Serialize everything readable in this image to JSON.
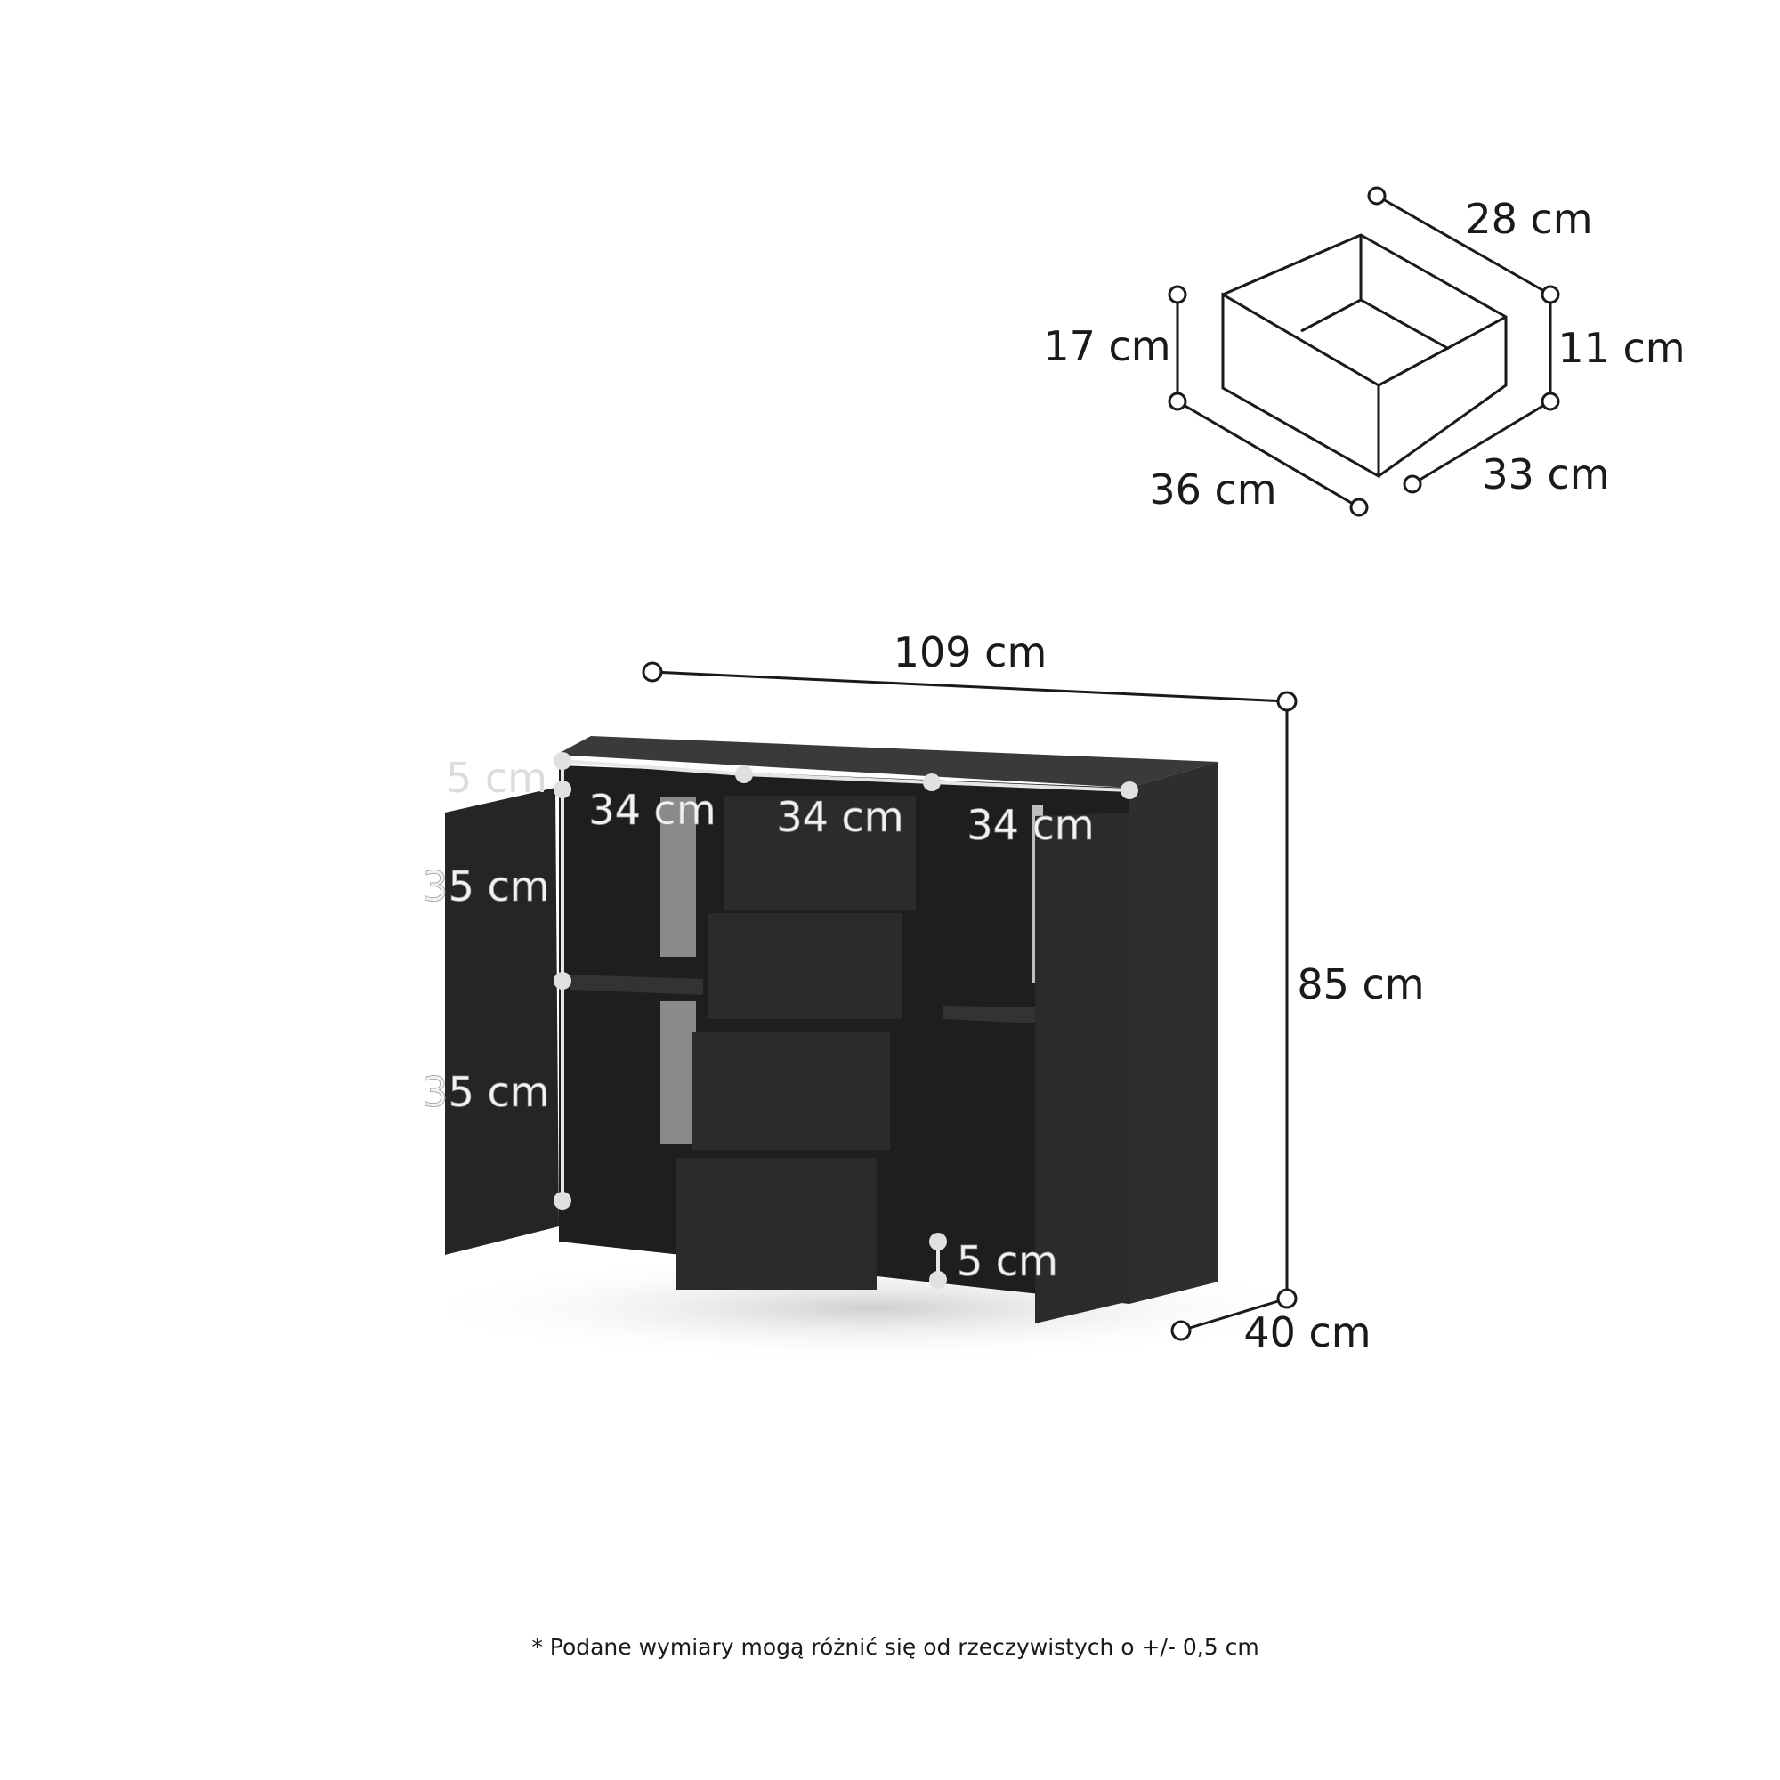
{
  "drawer_diagram": {
    "depth_top": "28 cm",
    "front_height": "17 cm",
    "back_height": "11 cm",
    "outer_depth": "36 cm",
    "width": "33 cm"
  },
  "cabinet": {
    "width": "109 cm",
    "height": "85 cm",
    "depth": "40 cm",
    "top_thickness": "5 cm",
    "compartment_widths": [
      "34 cm",
      "34 cm",
      "34 cm"
    ],
    "shelf_heights": [
      "35 cm",
      "35 cm"
    ],
    "plinth_height": "5 cm"
  },
  "footnote": "* Podane wymiary mogą różnić się od rzeczywistych o +/- 0,5 cm",
  "colors": {
    "cabinet": "#2a2a2a",
    "line": "#1a1a1a",
    "inner_dimension": "#e6e6e6"
  }
}
